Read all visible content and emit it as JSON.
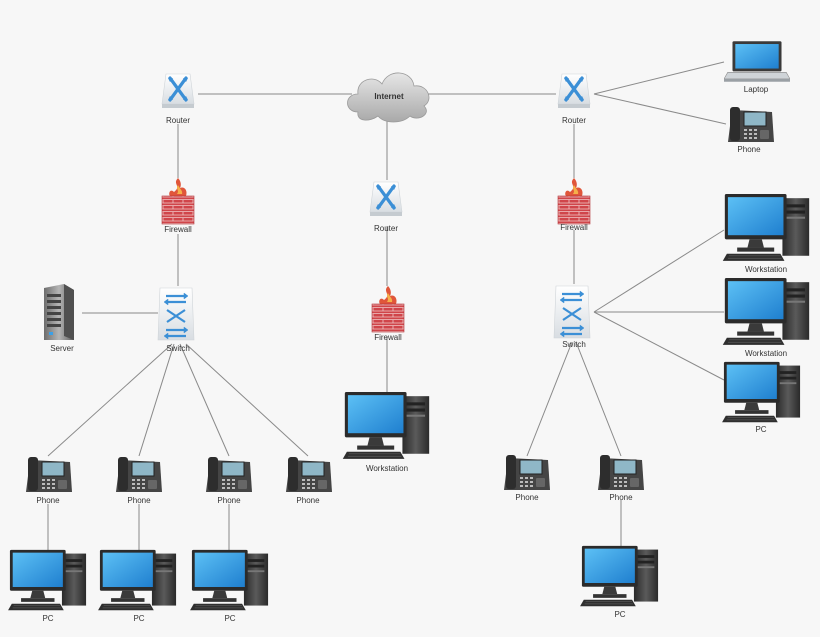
{
  "labels": {
    "internet": "Internet",
    "router": "Router",
    "firewall": "Firewall",
    "switch": "Switch",
    "server": "Server",
    "phone": "Phone",
    "pc": "PC",
    "workstation": "Workstation",
    "laptop": "Laptop"
  },
  "colors": {
    "background": "#f7f7f7",
    "line": "#8a8a8a",
    "screen": "#3aa0e8",
    "router_blue": "#3b8fd6",
    "firewall_red": "#d0454a",
    "device_dark": "#3a3a3a"
  },
  "icons": [
    "cloud-icon",
    "router-icon",
    "firewall-icon",
    "switch-icon",
    "server-icon",
    "phone-icon",
    "pc-icon",
    "workstation-icon",
    "laptop-icon"
  ]
}
